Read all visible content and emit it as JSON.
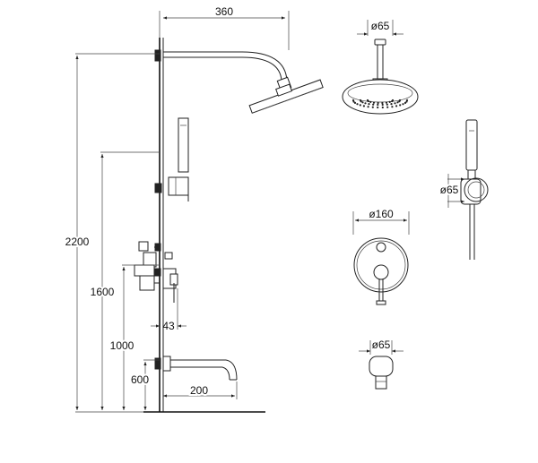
{
  "dimensions": {
    "arm_length": "360",
    "total_height": "2200",
    "handshower_height": "1600",
    "mixer_height": "1000",
    "spout_height": "600",
    "spout_length": "200",
    "mixer_depth": "43",
    "head_flange_dia": "ø65",
    "handshower_flange_dia": "ø65",
    "mixer_plate_dia": "ø160",
    "spout_flange_dia": "ø65"
  }
}
